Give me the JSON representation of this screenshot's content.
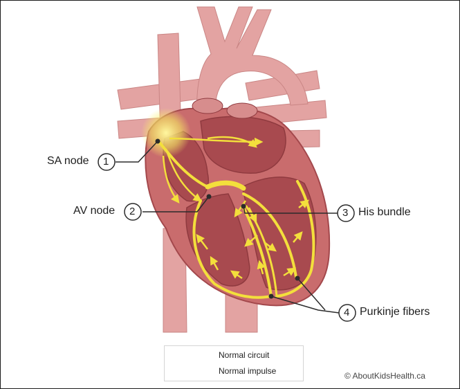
{
  "labels": [
    {
      "number": "1",
      "text": "SA node"
    },
    {
      "number": "2",
      "text": "AV node"
    },
    {
      "number": "3",
      "text": "His bundle"
    },
    {
      "number": "4",
      "text": "Purkinje fibers"
    }
  ],
  "legend": {
    "circuit_label": "Normal circuit",
    "impulse_label": "Normal impulse"
  },
  "credit": "© AboutKidsHealth.ca",
  "colors": {
    "vessel": "#e3a3a2",
    "heart_wall": "#c96c6d",
    "chamber": "#a84a4f",
    "impulse": "#f3df3c",
    "glow": "#fff36a"
  }
}
